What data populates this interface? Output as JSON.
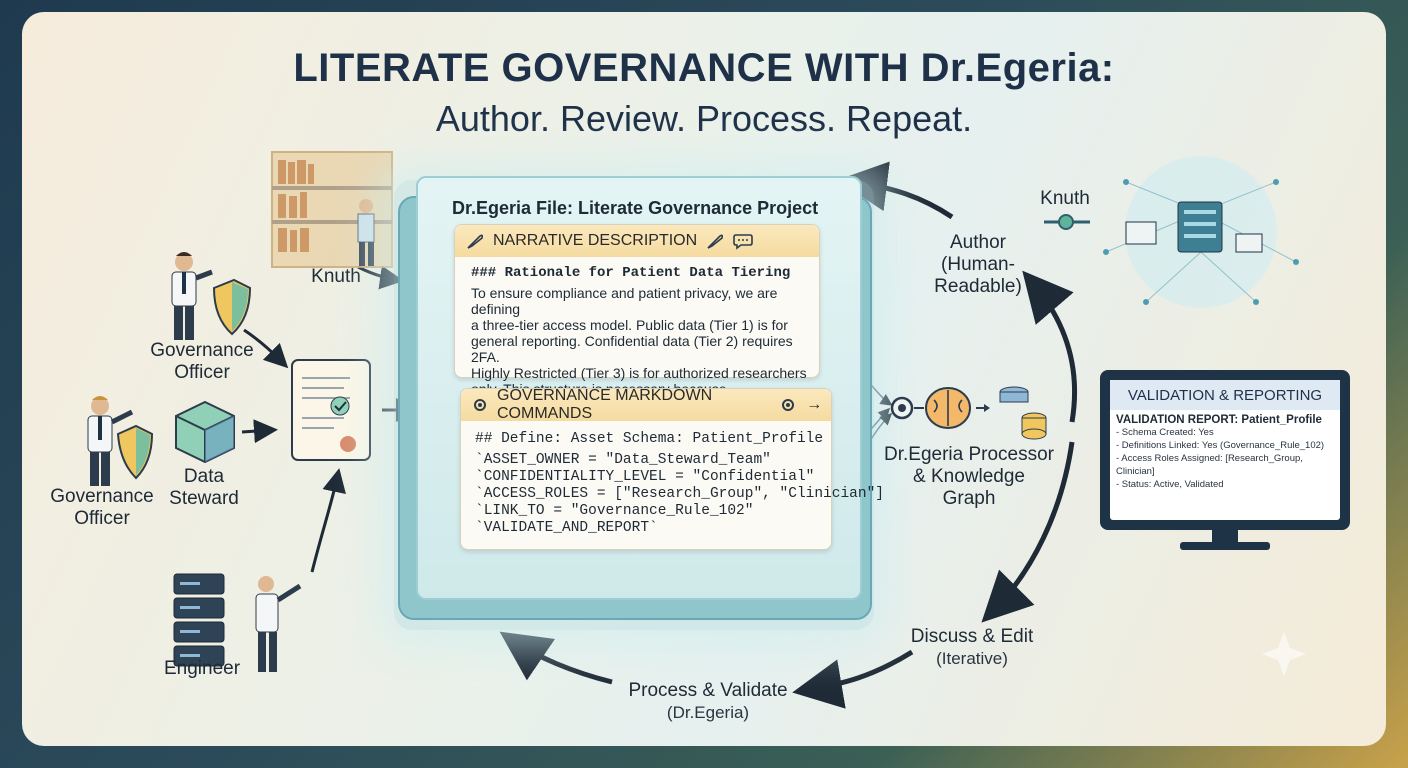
{
  "title": "LITERATE GOVERNANCE WITH Dr.Egeria:",
  "subtitle": "Author. Review. Process. Repeat.",
  "actors": {
    "knuth_left": "Knuth",
    "governance_officer_top": [
      "Governance",
      "Officer"
    ],
    "governance_officer_bottom": [
      "Governance",
      "Officer"
    ],
    "data_steward": [
      "Data",
      "Steward"
    ],
    "engineer": "Engineer",
    "knuth_right": "Knuth"
  },
  "book": {
    "heading": "Dr.Egeria File: Literate Governance Project",
    "narrative": {
      "header": "NARRATIVE DESCRIPTION",
      "title": "### Rationale for Patient Data Tiering",
      "lines": [
        "To ensure compliance and patient privacy, we are defining",
        "a three-tier access model. Public data (Tier 1) is for",
        "general reporting. Confidential data (Tier 2) requires 2FA.",
        "Highly Restricted (Tier 3) is for authorized researchers",
        "only. This structure is necessary because..."
      ]
    },
    "commands": {
      "header": "GOVERNANCE MARKDOWN COMMANDS",
      "title": "## Define: Asset Schema: Patient_Profile",
      "lines": [
        "`ASSET_OWNER = \"Data_Steward_Team\"",
        "`CONFIDENTIALITY_LEVEL = \"Confidential\"",
        "`ACCESS_ROLES = [\"Research_Group\", \"Clinician\"]",
        "`LINK_TO = \"Governance_Rule_102\"",
        "`VALIDATE_AND_REPORT`"
      ]
    }
  },
  "cycle": {
    "author": [
      "Author",
      "(Human-Readable)"
    ],
    "processor": [
      "Dr.Egeria Processor",
      "& Knowledge Graph"
    ],
    "discuss": [
      "Discuss & Edit",
      "(Iterative)"
    ],
    "process": [
      "Process & Validate",
      "(Dr.Egeria)"
    ]
  },
  "validation": {
    "header": "VALIDATION & REPORTING",
    "title": "VALIDATION REPORT: Patient_Profile",
    "items": [
      "- Schema Created: Yes",
      "- Definitions Linked: Yes (Governance_Rule_102)",
      "- Access Roles Assigned: [Research_Group, Clinician]",
      "- Status: Active, Validated"
    ]
  },
  "colors": {
    "title": "#1e3148",
    "card_header": "#f5dba0",
    "book": "#cfe9ea",
    "arrow": "#1e2a36",
    "monitor": "#1f3346"
  },
  "icons": [
    "bookshelf-icon",
    "person-icon",
    "shield-icon",
    "scroll-document-icon",
    "cube-icon",
    "server-rack-icon",
    "feather-icon",
    "chat-bubble-icon",
    "gear-icon",
    "brain-icon",
    "database-icon",
    "network-globe-icon"
  ]
}
